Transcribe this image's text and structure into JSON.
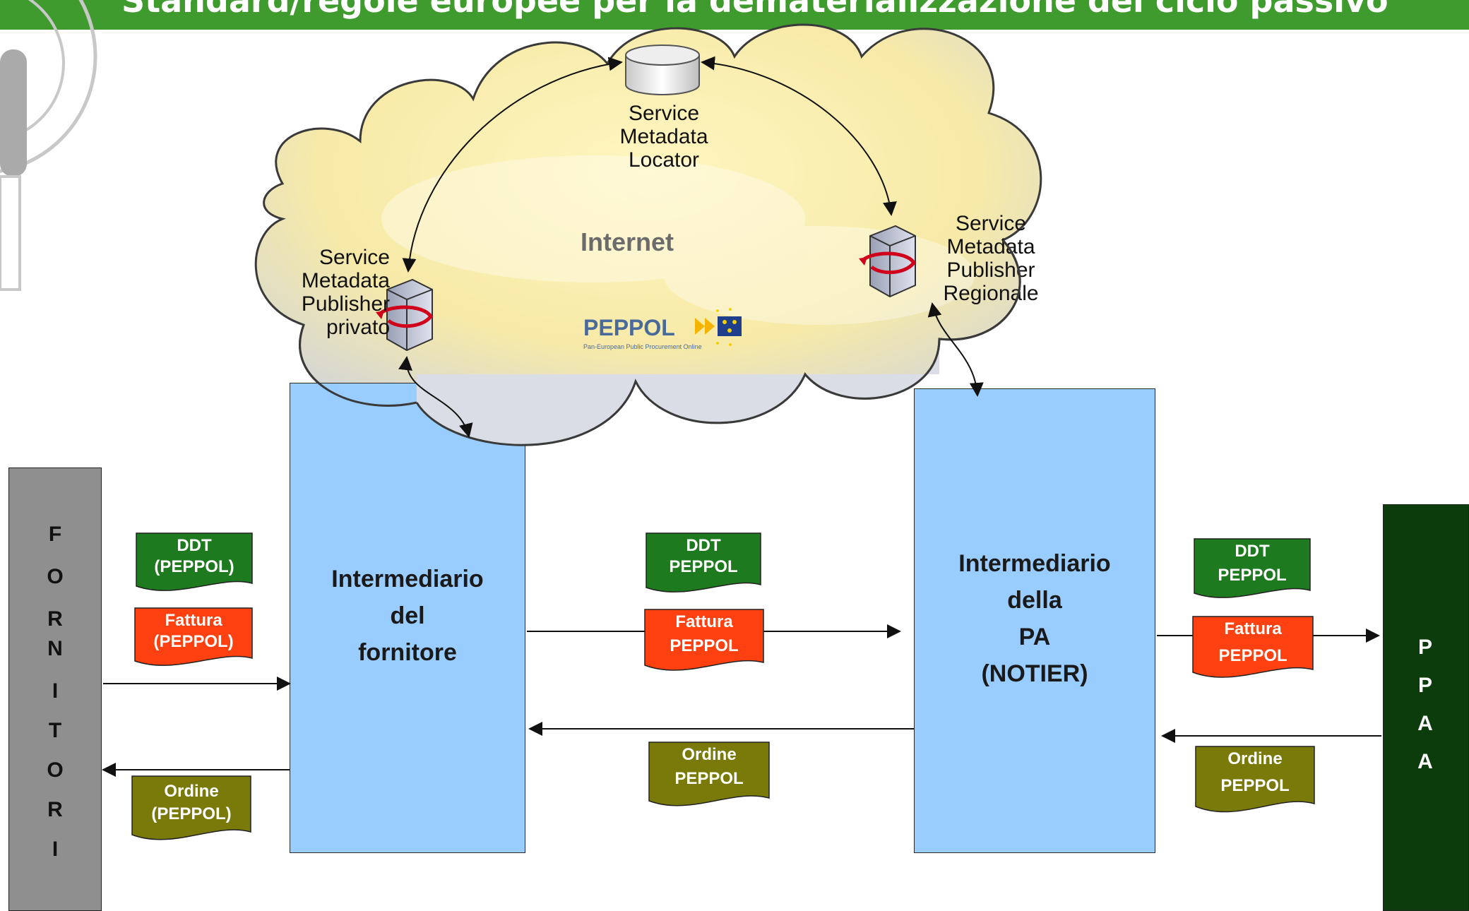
{
  "title": "Standard/regole europee per la dematerializzazione del ciclo passivo",
  "cloud": {
    "internet_label": "Internet",
    "smloc": [
      "Service",
      "Metadata",
      "Locator"
    ],
    "smp_private": [
      "Service",
      "Metadata",
      "Publisher",
      "privato"
    ],
    "smp_regional": [
      "Service",
      "Metadata",
      "Publisher",
      "Regionale"
    ],
    "peppol_logo": "PEPPOL",
    "peppol_sub": "Pan-European Public Procurement Online"
  },
  "suppliers_letters": [
    "F",
    "O",
    "R",
    "N",
    "I",
    "T",
    "O",
    "R",
    "I"
  ],
  "ppaa_letters": [
    "P",
    "P",
    "A",
    "A"
  ],
  "box_supplier_intermediary": [
    "Intermediario",
    "del",
    "fornitore"
  ],
  "box_pa_intermediary": [
    "Intermediario",
    "della",
    "PA",
    "(NOTIER)"
  ],
  "docs": {
    "left_ddt": [
      "DDT",
      "(PEPPOL)"
    ],
    "left_fattura": [
      "Fattura",
      "(PEPPOL)"
    ],
    "left_ordine": [
      "Ordine",
      "(PEPPOL)"
    ],
    "mid_ddt": [
      "DDT",
      "PEPPOL"
    ],
    "mid_fattura": [
      "Fattura",
      "PEPPOL"
    ],
    "mid_ordine": [
      "Ordine",
      "PEPPOL"
    ],
    "right_ddt": [
      "DDT",
      "PEPPOL"
    ],
    "right_fattura": [
      "Fattura",
      "PEPPOL"
    ],
    "right_ordine": [
      "Ordine",
      "PEPPOL"
    ]
  },
  "colors": {
    "ddt": "#1e7a1e",
    "fattura": "#ff4010",
    "ordine": "#7a7a0a",
    "box": "#99ccff",
    "suppliers": "#8f8f8f",
    "ppaa": "#0c3b0c",
    "title_bar": "#3f9b2e"
  }
}
